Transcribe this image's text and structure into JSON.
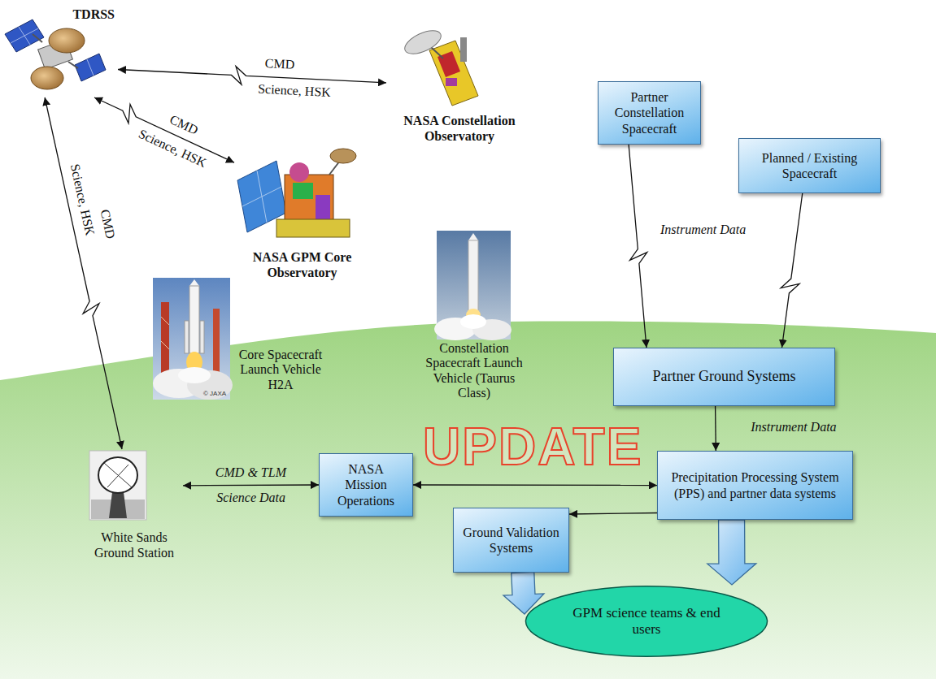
{
  "diagram": {
    "nodes": [
      {
        "text": [
          "TDRSS"
        ]
      },
      {
        "text": [
          "NASA Constellation Observatory"
        ]
      },
      {
        "text": [
          "Partner Constellation Spacecraft"
        ]
      },
      {
        "text": [
          "Planned / Existing Spacecraft"
        ]
      },
      {
        "text": [
          "NASA GPM Core Observatory"
        ]
      },
      {
        "text": [
          "Partner Ground Systems"
        ]
      },
      {
        "text": [
          "White Sands Ground Station"
        ]
      },
      {
        "text": [
          "NASA Mission Operations"
        ]
      },
      {
        "text": [
          "Precipitation Processing System (PPS) and partner data systems"
        ]
      },
      {
        "text": [
          "Ground Validation Systems"
        ]
      },
      {
        "text": [
          "GPM science teams & end users"
        ]
      }
    ],
    "edges": [
      {
        "from": 0,
        "to": 1,
        "arrow": "both",
        "label": "CMD"
      },
      {
        "from": 0,
        "to": 4,
        "arrow": "both",
        "label": "CMD"
      },
      {
        "from": 0,
        "to": 6,
        "arrow": "both",
        "label": "CMD"
      },
      {
        "from": 6,
        "to": 7,
        "arrow": "both",
        "label": "CMD & TLM"
      },
      {
        "from": 7,
        "to": 8,
        "arrow": "both"
      },
      {
        "from": 2,
        "to": 5,
        "arrow": "to",
        "label": "Instrument Data"
      },
      {
        "from": 3,
        "to": 5,
        "arrow": "to"
      },
      {
        "from": 5,
        "to": 8,
        "arrow": "to",
        "label": "Instrument Data"
      },
      {
        "from": 8,
        "to": 9,
        "arrow": "to"
      },
      {
        "from": 8,
        "to": 10,
        "arrow": "to"
      },
      {
        "from": 9,
        "to": 10,
        "arrow": "to"
      }
    ],
    "labels": [
      "Science, HSK",
      "Science, HSK",
      "Science, HSK",
      "Science Data",
      "Core Spacecraft Launch Vehicle H2A",
      "Constellation Spacecraft Launch Vehicle (Taurus Class)",
      "© JAXA",
      "UPDATE"
    ]
  }
}
